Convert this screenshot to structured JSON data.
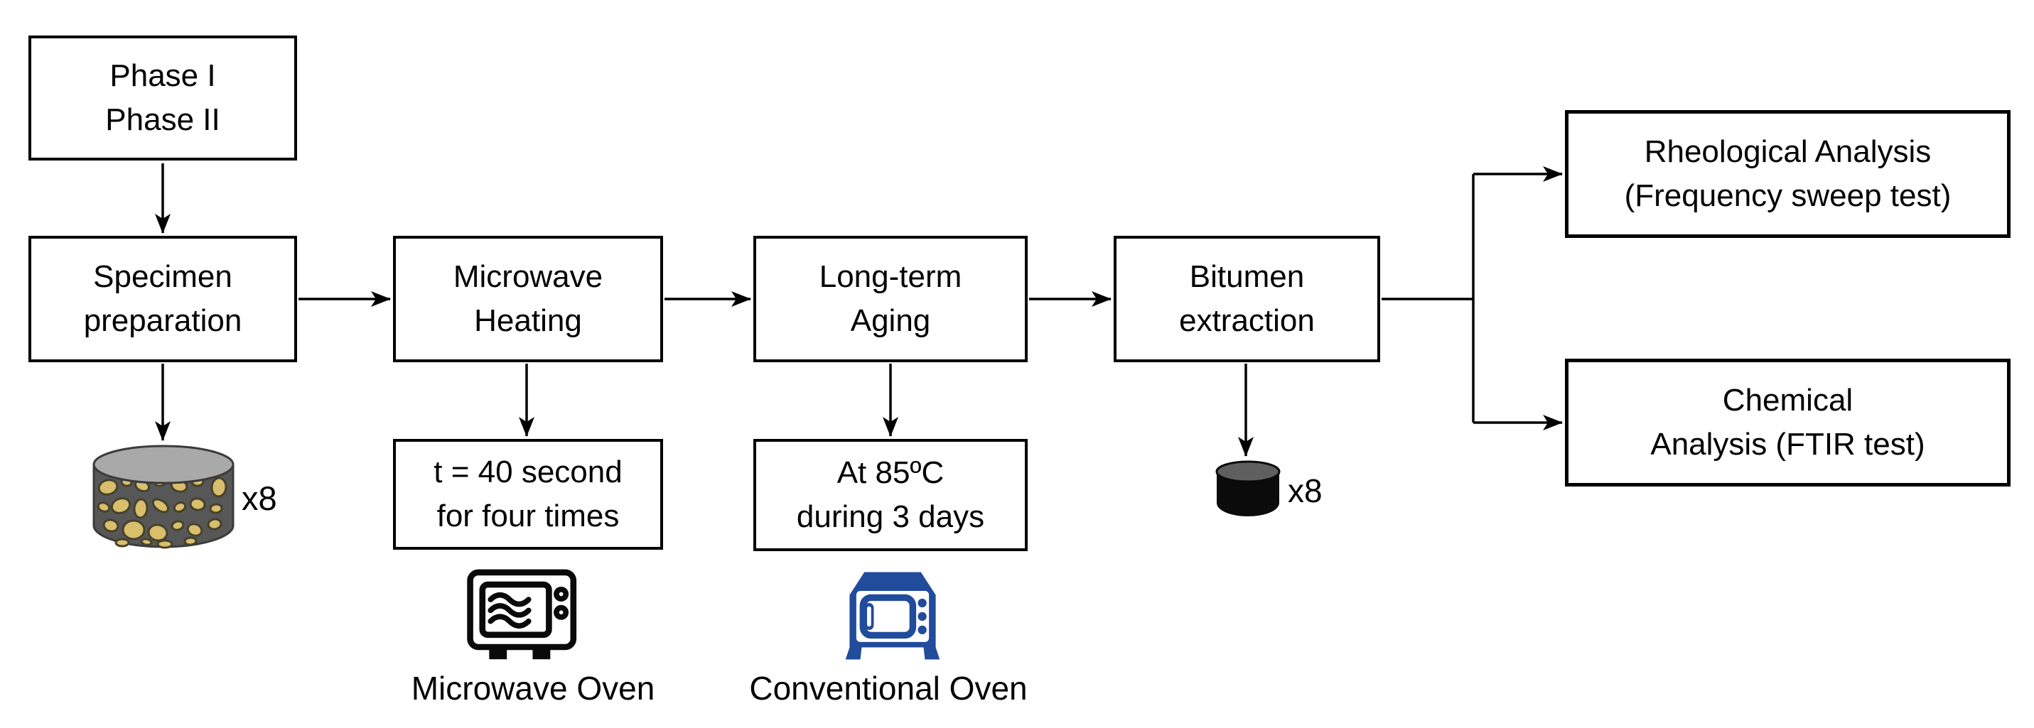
{
  "flowchart": {
    "stages": {
      "phase": {
        "label": "Phase I\nPhase II"
      },
      "specimen": {
        "label": "Specimen\npreparation"
      },
      "microwave": {
        "label": "Microwave\nHeating"
      },
      "aging": {
        "label": "Long-term\nAging"
      },
      "bitumen": {
        "label": "Bitumen\nextraction"
      }
    },
    "details": {
      "heating_time": {
        "label": "t = 40 second\nfor four times"
      },
      "aging_condition": {
        "label": "At 85ºC\nduring 3 days"
      }
    },
    "outputs": {
      "rheological": {
        "label": "Rheological Analysis\n(Frequency sweep test)"
      },
      "chemical": {
        "label": "Chemical\nAnalysis (FTIR  test)"
      }
    },
    "annotations": {
      "specimen_count": "x8",
      "extraction_count": "x8"
    },
    "captions": {
      "microwave_oven": "Microwave Oven",
      "conventional_oven": "Conventional Oven"
    },
    "icons": [
      "asphalt-specimen-cylinder-icon",
      "bitumen-sample-cylinder-icon",
      "microwave-oven-icon",
      "conventional-oven-icon"
    ],
    "connections": [
      {
        "from": "phase",
        "to": "specimen"
      },
      {
        "from": "specimen",
        "to": "microwave"
      },
      {
        "from": "microwave",
        "to": "aging"
      },
      {
        "from": "aging",
        "to": "bitumen"
      },
      {
        "from": "bitumen",
        "to": "rheological"
      },
      {
        "from": "bitumen",
        "to": "chemical"
      },
      {
        "from": "specimen",
        "to": "specimen-cylinder"
      },
      {
        "from": "microwave",
        "to": "heating_time"
      },
      {
        "from": "aging",
        "to": "aging_condition"
      },
      {
        "from": "bitumen",
        "to": "bitumen-sample"
      }
    ]
  },
  "colors": {
    "line": "#000000",
    "box_border": "#000000",
    "box_bg": "#ffffff",
    "text": "#000000",
    "oven_blue": "#214c9c",
    "icon_black": "#0a0a0a",
    "specimen_body": "#575757",
    "specimen_top": "#a9a9a9",
    "aggregate": "#d9be6b",
    "bitumen_body": "#0b0b0b",
    "bitumen_top": "#5f5f5f"
  }
}
